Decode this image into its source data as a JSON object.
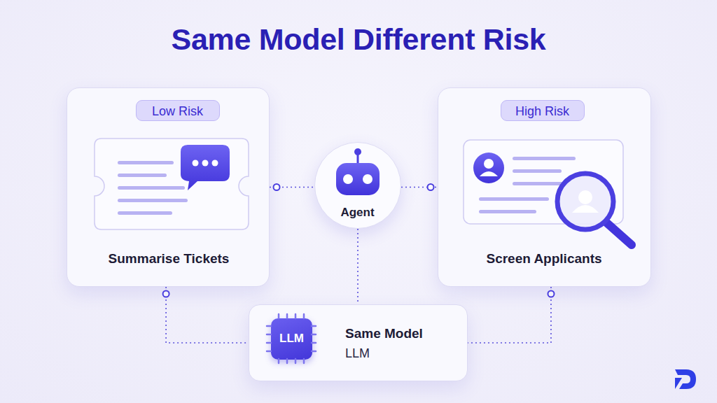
{
  "diagram": {
    "title": "Same Model Different Risk",
    "nodes": [
      {
        "text": [
          "Summarise Tickets"
        ]
      },
      {
        "text": [
          "Low Risk"
        ],
        "in": 0
      },
      {
        "text": [
          "Agent"
        ]
      },
      {
        "text": [
          "Screen Applicants"
        ]
      },
      {
        "text": [
          "High Risk"
        ],
        "in": 3
      },
      {
        "text": [
          "Same Model",
          "LLM"
        ]
      },
      {
        "text": [
          "LLM"
        ],
        "in": 5
      }
    ],
    "edges": [
      {
        "from": 0,
        "to": 2,
        "arrow": "none"
      },
      {
        "from": 2,
        "to": 3,
        "arrow": "none"
      },
      {
        "from": 2,
        "to": 5,
        "arrow": "none"
      },
      {
        "from": 0,
        "to": 5,
        "arrow": "none"
      },
      {
        "from": 3,
        "to": 5,
        "arrow": "none"
      }
    ]
  }
}
